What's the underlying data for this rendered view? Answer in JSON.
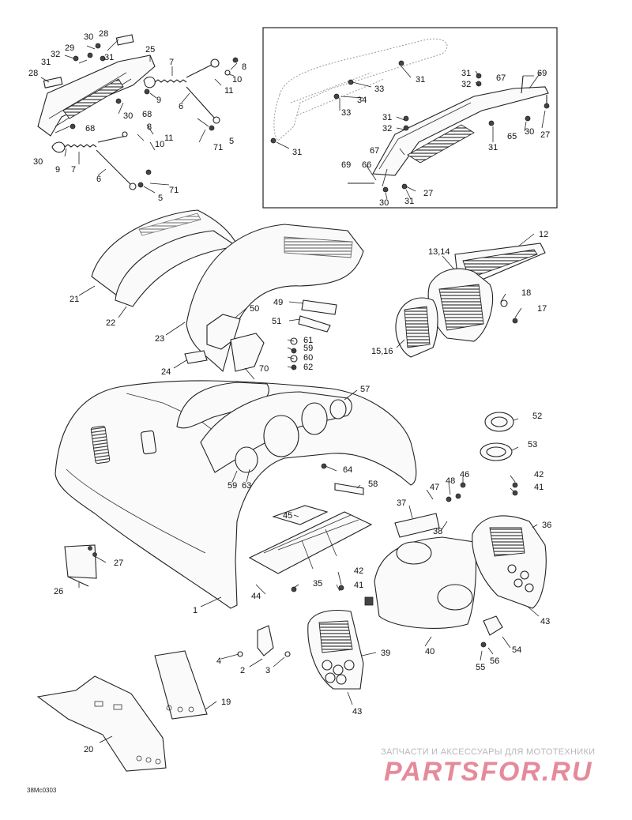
{
  "diagram": {
    "reference_code": "38Mc0303",
    "watermark": {
      "tagline": "ЗАПЧАСТИ И АКСЕССУАРЫ ДЛЯ МОТОТЕХНИКИ",
      "logo": "PARTSFOR.RU"
    },
    "callouts": [
      {
        "id": "c28a",
        "text": "28"
      },
      {
        "id": "c30a",
        "text": "30"
      },
      {
        "id": "c25",
        "text": "25"
      },
      {
        "id": "c29",
        "text": "29"
      },
      {
        "id": "c31a",
        "text": "31"
      },
      {
        "id": "c32a",
        "text": "32"
      },
      {
        "id": "c31b",
        "text": "31"
      },
      {
        "id": "c28b",
        "text": "28"
      },
      {
        "id": "c7a",
        "text": "7"
      },
      {
        "id": "c8a",
        "text": "8"
      },
      {
        "id": "c10a",
        "text": "10"
      },
      {
        "id": "c11a",
        "text": "11"
      },
      {
        "id": "c9a",
        "text": "9"
      },
      {
        "id": "c68a",
        "text": "68"
      },
      {
        "id": "c6a",
        "text": "6"
      },
      {
        "id": "c30b",
        "text": "30"
      },
      {
        "id": "c68b",
        "text": "68"
      },
      {
        "id": "c8b",
        "text": "8"
      },
      {
        "id": "c10b",
        "text": "10"
      },
      {
        "id": "c11b",
        "text": "11"
      },
      {
        "id": "c5a",
        "text": "5"
      },
      {
        "id": "c71a",
        "text": "71"
      },
      {
        "id": "c30c",
        "text": "30"
      },
      {
        "id": "c9b",
        "text": "9"
      },
      {
        "id": "c7b",
        "text": "7"
      },
      {
        "id": "c6b",
        "text": "6"
      },
      {
        "id": "c5b",
        "text": "5"
      },
      {
        "id": "c71b",
        "text": "71"
      },
      {
        "id": "c31c",
        "text": "31"
      },
      {
        "id": "c33a",
        "text": "33"
      },
      {
        "id": "c34",
        "text": "34"
      },
      {
        "id": "c33b",
        "text": "33"
      },
      {
        "id": "c31d",
        "text": "31"
      },
      {
        "id": "c31e",
        "text": "31"
      },
      {
        "id": "c32b",
        "text": "32"
      },
      {
        "id": "c67a",
        "text": "67"
      },
      {
        "id": "c69a",
        "text": "69"
      },
      {
        "id": "c31f",
        "text": "31"
      },
      {
        "id": "c32c",
        "text": "32"
      },
      {
        "id": "c67b",
        "text": "67"
      },
      {
        "id": "c31g",
        "text": "31"
      },
      {
        "id": "c65",
        "text": "65"
      },
      {
        "id": "c30d",
        "text": "30"
      },
      {
        "id": "c27a",
        "text": "27"
      },
      {
        "id": "c69b",
        "text": "69"
      },
      {
        "id": "c66",
        "text": "66"
      },
      {
        "id": "c27b",
        "text": "27"
      },
      {
        "id": "c30e",
        "text": "30"
      },
      {
        "id": "c31h",
        "text": "31"
      },
      {
        "id": "c12",
        "text": "12"
      },
      {
        "id": "c1314",
        "text": "13,14"
      },
      {
        "id": "c18",
        "text": "18"
      },
      {
        "id": "c17",
        "text": "17"
      },
      {
        "id": "c1516",
        "text": "15,16"
      },
      {
        "id": "c21",
        "text": "21"
      },
      {
        "id": "c22",
        "text": "22"
      },
      {
        "id": "c23",
        "text": "23"
      },
      {
        "id": "c24",
        "text": "24"
      },
      {
        "id": "c50",
        "text": "50"
      },
      {
        "id": "c49",
        "text": "49"
      },
      {
        "id": "c51",
        "text": "51"
      },
      {
        "id": "c61",
        "text": "61"
      },
      {
        "id": "c59a",
        "text": "59"
      },
      {
        "id": "c60",
        "text": "60"
      },
      {
        "id": "c62",
        "text": "62"
      },
      {
        "id": "c70",
        "text": "70"
      },
      {
        "id": "c57",
        "text": "57"
      },
      {
        "id": "c52",
        "text": "52"
      },
      {
        "id": "c53",
        "text": "53"
      },
      {
        "id": "c59b",
        "text": "59"
      },
      {
        "id": "c63",
        "text": "63"
      },
      {
        "id": "c64",
        "text": "64"
      },
      {
        "id": "c58",
        "text": "58"
      },
      {
        "id": "c47",
        "text": "47"
      },
      {
        "id": "c48",
        "text": "48"
      },
      {
        "id": "c46",
        "text": "46"
      },
      {
        "id": "c42a",
        "text": "42"
      },
      {
        "id": "c41a",
        "text": "41"
      },
      {
        "id": "c37",
        "text": "37"
      },
      {
        "id": "c38",
        "text": "38"
      },
      {
        "id": "c36",
        "text": "36"
      },
      {
        "id": "c45",
        "text": "45"
      },
      {
        "id": "c27c",
        "text": "27"
      },
      {
        "id": "c26",
        "text": "26"
      },
      {
        "id": "c44",
        "text": "44"
      },
      {
        "id": "c35",
        "text": "35"
      },
      {
        "id": "c42b",
        "text": "42"
      },
      {
        "id": "c41b",
        "text": "41"
      },
      {
        "id": "c1",
        "text": "1"
      },
      {
        "id": "c43a",
        "text": "43"
      },
      {
        "id": "c40",
        "text": "40"
      },
      {
        "id": "c54",
        "text": "54"
      },
      {
        "id": "c56",
        "text": "56"
      },
      {
        "id": "c55",
        "text": "55"
      },
      {
        "id": "c4",
        "text": "4"
      },
      {
        "id": "c2",
        "text": "2"
      },
      {
        "id": "c3",
        "text": "3"
      },
      {
        "id": "c39",
        "text": "39"
      },
      {
        "id": "c19",
        "text": "19"
      },
      {
        "id": "c43b",
        "text": "43"
      },
      {
        "id": "c20",
        "text": "20"
      }
    ]
  }
}
